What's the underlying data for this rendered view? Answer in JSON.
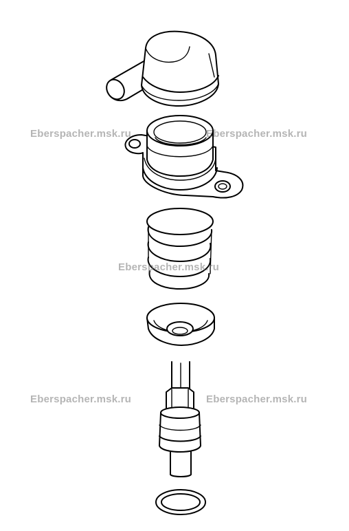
{
  "watermarks": {
    "w1": "Eberspacher.msk.ru",
    "w2": "Eberspacher.msk.ru",
    "w3": "Eberspacher.msk.ru",
    "w4": "Eberspacher.msk.ru",
    "w5": "Eberspacher.msk.ru"
  },
  "parts": [
    "elbow-cap",
    "mounting-flange-housing",
    "coil-spring",
    "spring-seat-washer",
    "hex-nipple",
    "o-ring"
  ]
}
